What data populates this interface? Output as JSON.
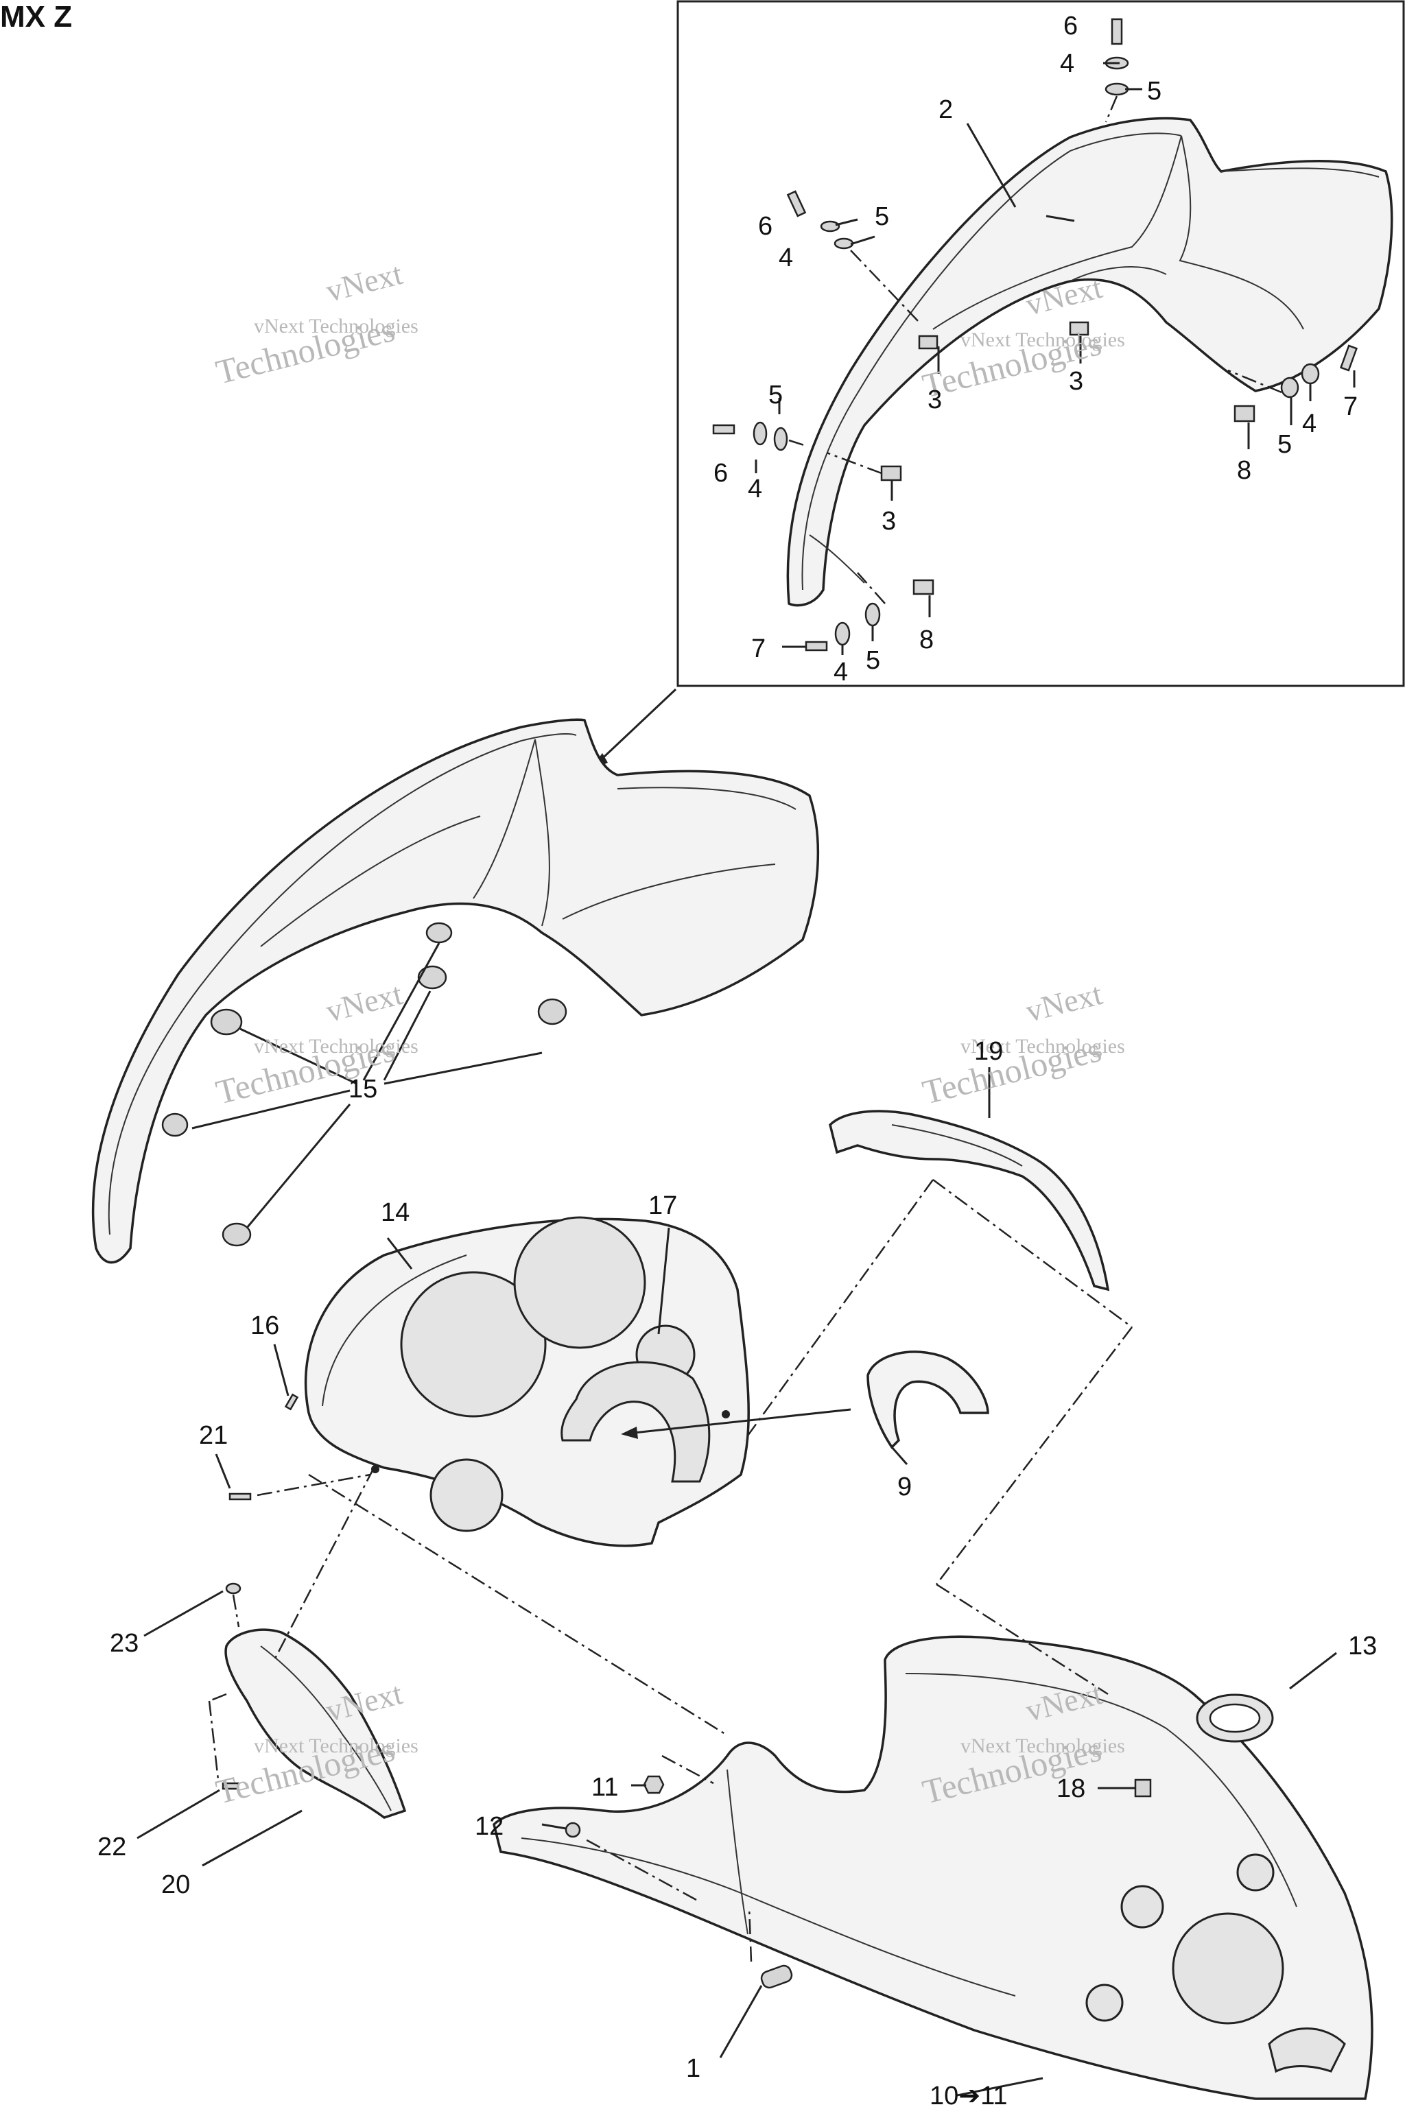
{
  "header": {
    "title": "MX Z"
  },
  "watermark": {
    "line1": "vNext",
    "line2": "vNext Technologies",
    "line3": "Technologies"
  },
  "callouts": {
    "c1": "1",
    "c2": "2",
    "c3a": "3",
    "c3b": "3",
    "c3c": "3",
    "c4a": "4",
    "c4b": "4",
    "c4c": "4",
    "c4d": "4",
    "c4e": "4",
    "c5a": "5",
    "c5b": "5",
    "c5c": "5",
    "c5d": "5",
    "c5e": "5",
    "c6a": "6",
    "c6b": "6",
    "c6c": "6",
    "c7a": "7",
    "c7b": "7",
    "c8a": "8",
    "c8b": "8",
    "c9": "9",
    "c10": "10➔11",
    "c11": "11",
    "c12": "12",
    "c13": "13",
    "c14": "14",
    "c15": "15",
    "c16": "16",
    "c17": "17",
    "c18": "18",
    "c19": "19",
    "c20": "20",
    "c21": "21",
    "c22": "22",
    "c23": "23"
  }
}
